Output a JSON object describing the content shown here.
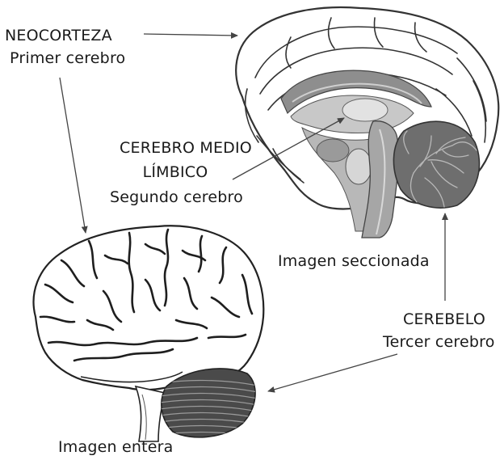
{
  "labels": {
    "neocorteza": "NEOCORTEZA",
    "primer": "Primer cerebro",
    "medio": "CEREBRO MEDIO",
    "limbico": "LÍMBICO",
    "segundo": "Segundo cerebro",
    "seccionada": "Imagen seccionada",
    "cerebelo": "CEREBELO",
    "tercer": "Tercer cerebro",
    "entera": "Imagen entera"
  },
  "colors": {
    "ink": "#1a1a1a",
    "cortex_fill": "#ffffff",
    "section_mid": "#c8c8c8",
    "section_dark": "#8e8e8e",
    "section_light": "#e2e2e2",
    "cerebellum_dark": "#555555"
  }
}
